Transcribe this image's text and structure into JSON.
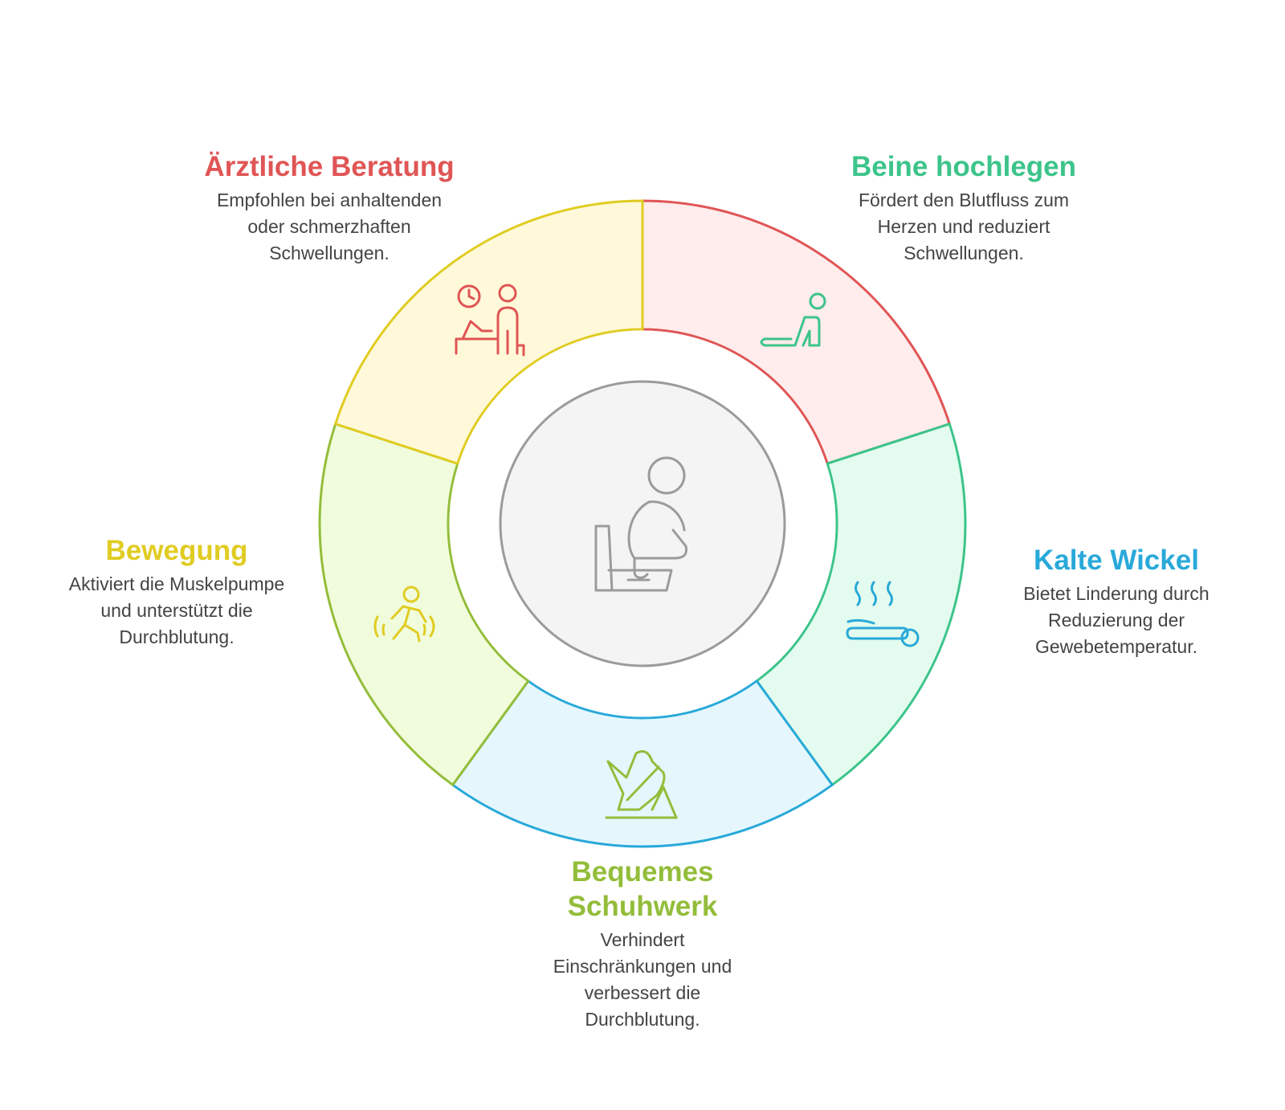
{
  "center": {
    "icon": "person-on-toilet-icon",
    "fill": "#f4f4f4",
    "stroke": "#9b9b9b"
  },
  "segments": [
    {
      "id": "arzt",
      "title": "Ärztliche Beratung",
      "description": "Empfohlen bei anhaltenden\noder schmerzhaften\nSchwellungen.",
      "icon": "doctor-consultation-icon",
      "color": "#e05555",
      "fill": "#ffecec"
    },
    {
      "id": "beine",
      "title": "Beine hochlegen",
      "description": "Fördert den Blutfluss zum\nHerzen und reduziert\nSchwellungen.",
      "icon": "legs-elevated-icon",
      "color": "#3cc48a",
      "fill": "#e3fcef"
    },
    {
      "id": "kalt",
      "title": "Kalte Wickel",
      "description": "Bietet Linderung durch\nReduzierung der\nGewebetemperatur.",
      "icon": "cold-wrap-icon",
      "color": "#29a9d9",
      "fill": "#e5f7fd"
    },
    {
      "id": "schuh",
      "title": "Bequemes\nSchuhwerk",
      "description": "Verhindert\nEinschränkungen und\nverbessert die\nDurchblutung.",
      "icon": "sneaker-icon",
      "color": "#93bd3a",
      "fill": "#f1fcdc"
    },
    {
      "id": "beweg",
      "title": "Bewegung",
      "description": "Aktiviert die Muskelpumpe\nund unterstützt die\nDurchblutung.",
      "icon": "running-person-icon",
      "color": "#e0cc22",
      "fill": "#fff9d9"
    }
  ]
}
